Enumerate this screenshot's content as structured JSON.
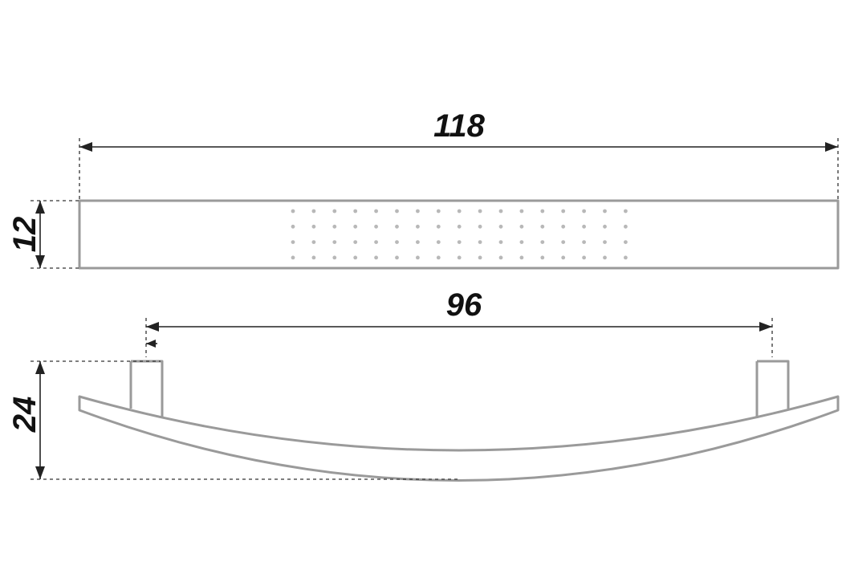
{
  "dimensions": {
    "length": "118",
    "height_top": "12",
    "hole_spacing": "96",
    "height_side": "24"
  },
  "dot_grid": {
    "columns": 17,
    "rows": 4
  },
  "colors": {
    "outline": "#9a9a9a",
    "dimension_line": "#222222",
    "text": "#111111",
    "dots": "#b8b8b8"
  }
}
